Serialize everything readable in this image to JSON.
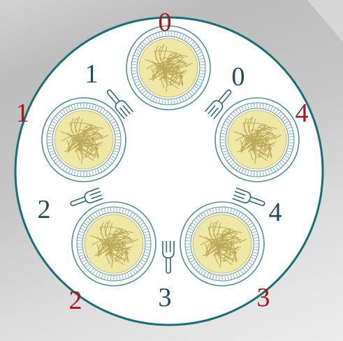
{
  "colors": {
    "philosopher_label": "#b0141a",
    "fork_label": "#1f4c5a",
    "table_border": "#16707a",
    "table_fill": "#ffffff",
    "plate_rim": "#4f8f98",
    "plate_fill": "#eef7f8",
    "pasta_fill": "#efe7a6",
    "pasta_stroke": "#c7b865",
    "fork_fill": "#ffffff",
    "fork_stroke": "#2b6a74"
  },
  "philosophers": [
    {
      "label": "0"
    },
    {
      "label": "1"
    },
    {
      "label": "2"
    },
    {
      "label": "3"
    },
    {
      "label": "4"
    }
  ],
  "forks": [
    {
      "label": "0"
    },
    {
      "label": "1"
    },
    {
      "label": "2"
    },
    {
      "label": "3"
    },
    {
      "label": "4"
    }
  ]
}
